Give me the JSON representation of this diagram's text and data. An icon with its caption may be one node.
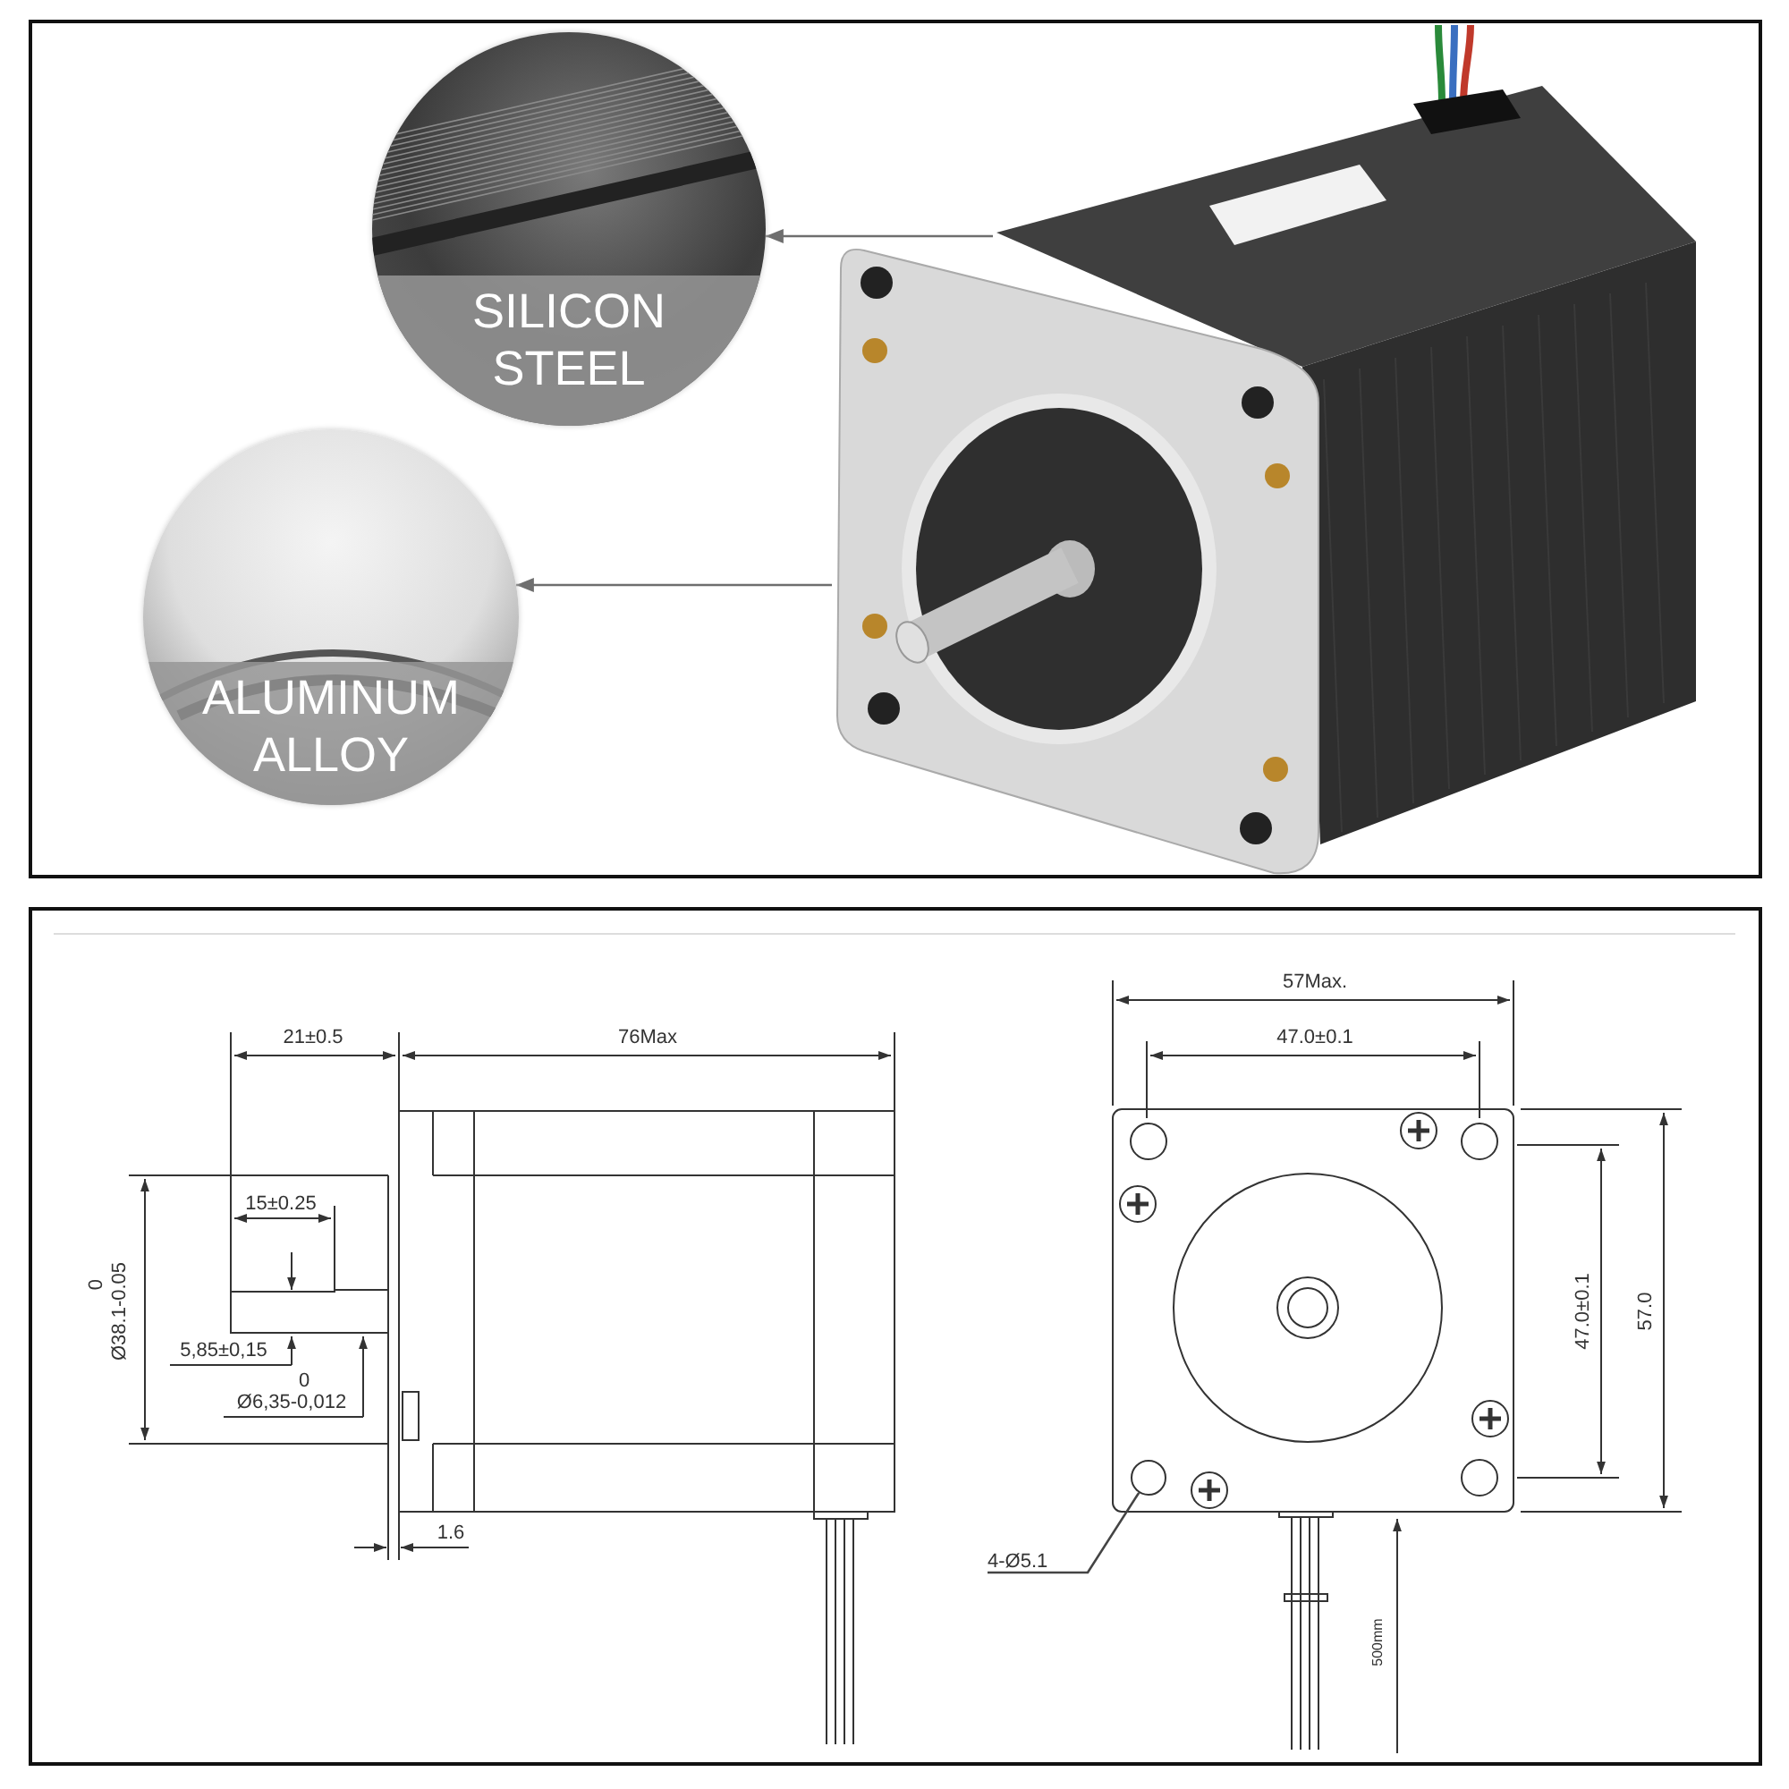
{
  "diagram": {
    "nodes": [
      {
        "text": [
          "SILICON STEEL"
        ]
      },
      {
        "text": [
          "ALUMINUM ALLOY"
        ]
      },
      {
        "text": [],
        "shape": "picture"
      },
      {
        "text": [],
        "shape": "picture"
      },
      {
        "text": [
          "4-Ø5.1"
        ]
      },
      {
        "text": [],
        "shape": "circle"
      }
    ],
    "edges": [
      {
        "from": 2,
        "to": 0,
        "arrow": "to"
      },
      {
        "from": 3,
        "to": 1,
        "arrow": "to"
      },
      {
        "from": 4,
        "to": 5,
        "arrow": "none"
      }
    ],
    "labels": [
      "21±0.5",
      "76Max",
      "15±0.25",
      "0",
      "Ø38.1-0.05",
      "5,85±0,15",
      "0",
      "Ø6,35-0,012",
      "1.6",
      "57Max.",
      "47.0±0.1",
      "47.0±0.1",
      "57.0",
      "500mm"
    ]
  }
}
